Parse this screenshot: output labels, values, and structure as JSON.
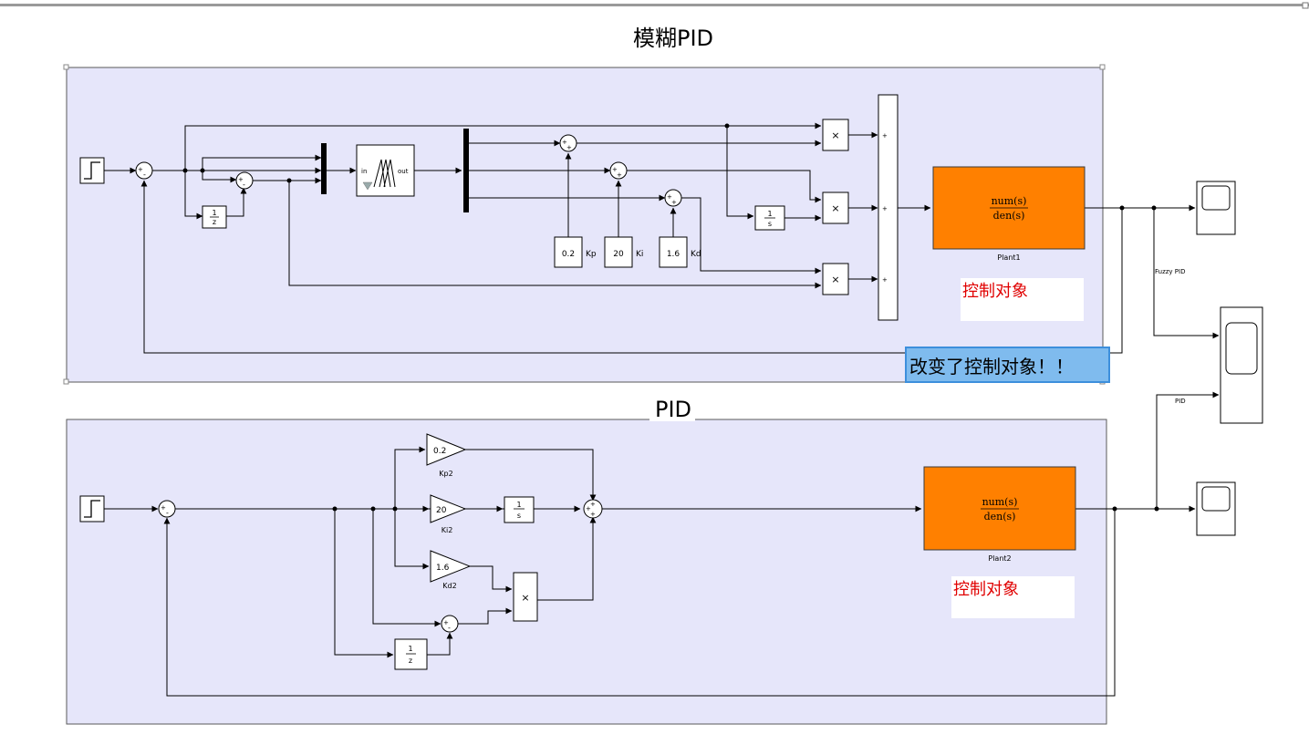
{
  "top_area": {
    "title": "模糊PID",
    "note": "改变了控制对象！！",
    "fis": {
      "in_label": "in",
      "out_label": "out"
    },
    "delay": {
      "num": "1",
      "den": "z"
    },
    "integrator": {
      "num": "1",
      "den": "s"
    },
    "constants": [
      {
        "value": "0.2",
        "name": "Kp"
      },
      {
        "value": "20",
        "name": "Ki"
      },
      {
        "value": "1.6",
        "name": "Kd"
      }
    ],
    "plant": {
      "num": "num(s)",
      "den": "den(s)",
      "name": "Plant1"
    },
    "plant_annotation": "控制对象",
    "product_symbol": "×"
  },
  "bottom_area": {
    "title": "PID",
    "gains": [
      {
        "value": "0.2",
        "name": "Kp2"
      },
      {
        "value": "20",
        "name": "Ki2"
      },
      {
        "value": "1.6",
        "name": "Kd2"
      }
    ],
    "integrator": {
      "num": "1",
      "den": "s"
    },
    "delay": {
      "num": "1",
      "den": "z"
    },
    "plant": {
      "num": "num(s)",
      "den": "den(s)",
      "name": "Plant2"
    },
    "plant_annotation": "控制对象",
    "product_symbol": "×"
  },
  "signals": {
    "fuzzy": "Fuzzy PID",
    "pid": "PID"
  }
}
